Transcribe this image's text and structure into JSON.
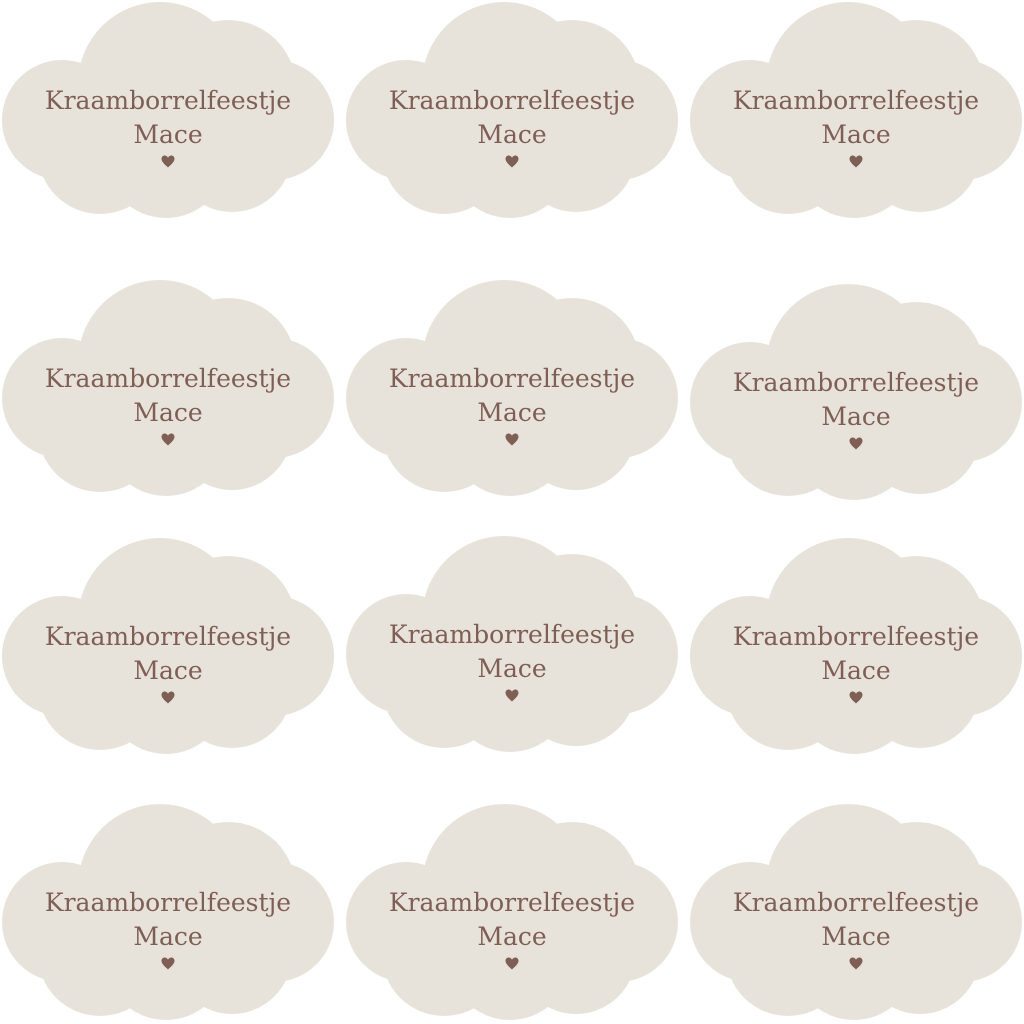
{
  "colors": {
    "background": "#ffffff",
    "cloud_fill": "#e8e3da",
    "text": "#7f5e55"
  },
  "stickers": [
    {
      "title": "Kraamborrelfeestje",
      "name": "Mace",
      "icon": "heart-icon"
    },
    {
      "title": "Kraamborrelfeestje",
      "name": "Mace",
      "icon": "heart-icon"
    },
    {
      "title": "Kraamborrelfeestje",
      "name": "Mace",
      "icon": "heart-icon"
    },
    {
      "title": "Kraamborrelfeestje",
      "name": "Mace",
      "icon": "heart-icon"
    },
    {
      "title": "Kraamborrelfeestje",
      "name": "Mace",
      "icon": "heart-icon"
    },
    {
      "title": "Kraamborrelfeestje",
      "name": "Mace",
      "icon": "heart-icon"
    },
    {
      "title": "Kraamborrelfeestje",
      "name": "Mace",
      "icon": "heart-icon"
    },
    {
      "title": "Kraamborrelfeestje",
      "name": "Mace",
      "icon": "heart-icon"
    },
    {
      "title": "Kraamborrelfeestje",
      "name": "Mace",
      "icon": "heart-icon"
    },
    {
      "title": "Kraamborrelfeestje",
      "name": "Mace",
      "icon": "heart-icon"
    },
    {
      "title": "Kraamborrelfeestje",
      "name": "Mace",
      "icon": "heart-icon"
    },
    {
      "title": "Kraamborrelfeestje",
      "name": "Mace",
      "icon": "heart-icon"
    }
  ]
}
